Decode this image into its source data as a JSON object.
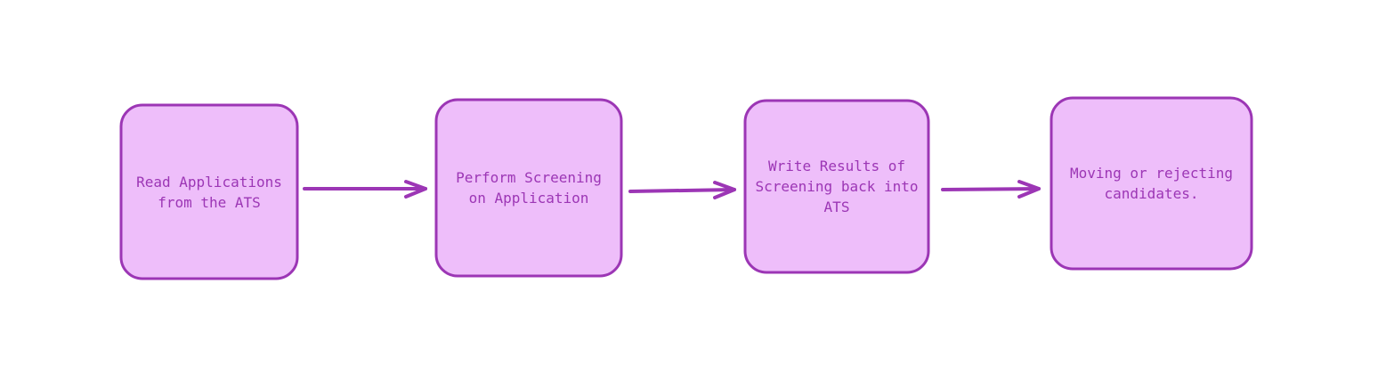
{
  "diagram": {
    "accent_color": "#9c36b5",
    "fill_color": "#eebefa",
    "nodes": [
      {
        "label": "Read Applications\nfrom the ATS"
      },
      {
        "label": "Perform Screening\non Application"
      },
      {
        "label": "Write Results of\nScreening back into\nATS"
      },
      {
        "label": "Moving or rejecting\ncandidates."
      }
    ]
  }
}
